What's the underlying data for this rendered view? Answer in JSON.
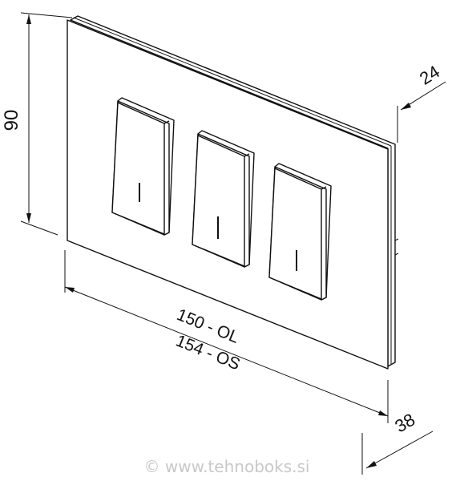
{
  "dimensions": {
    "height": "90",
    "depth_top": "24",
    "width_line1": "150 - OL",
    "width_line2": "154 - OS",
    "depth_bottom": "38"
  },
  "watermark": "© www.tehnoboks.si",
  "colors": {
    "line": "#111111",
    "watermark": "#c8c8c8",
    "background": "#ffffff"
  }
}
